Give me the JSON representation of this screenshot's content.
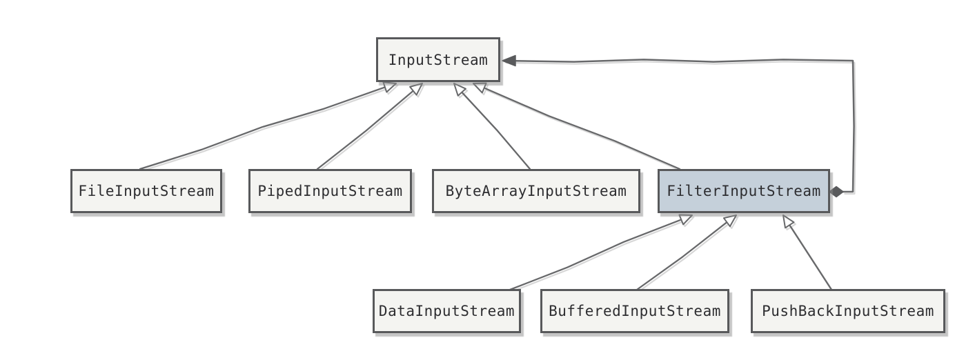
{
  "diagram": {
    "kind": "uml-class-diagram",
    "subject": "Java InputStream class hierarchy",
    "nodes": [
      {
        "id": "InputStream",
        "label": "InputStream",
        "highlighted": false
      },
      {
        "id": "FileInputStream",
        "label": "FileInputStream",
        "highlighted": false
      },
      {
        "id": "PipedInputStream",
        "label": "PipedInputStream",
        "highlighted": false
      },
      {
        "id": "ByteArrayInputStream",
        "label": "ByteArrayInputStream",
        "highlighted": false
      },
      {
        "id": "FilterInputStream",
        "label": "FilterInputStream",
        "highlighted": true
      },
      {
        "id": "DataInputStream",
        "label": "DataInputStream",
        "highlighted": false
      },
      {
        "id": "BufferedInputStream",
        "label": "BufferedInputStream",
        "highlighted": false
      },
      {
        "id": "PushBackInputStream",
        "label": "PushBackInputStream",
        "highlighted": false
      }
    ],
    "edges": [
      {
        "from": "FileInputStream",
        "to": "InputStream",
        "type": "generalization"
      },
      {
        "from": "PipedInputStream",
        "to": "InputStream",
        "type": "generalization"
      },
      {
        "from": "ByteArrayInputStream",
        "to": "InputStream",
        "type": "generalization"
      },
      {
        "from": "FilterInputStream",
        "to": "InputStream",
        "type": "generalization"
      },
      {
        "from": "DataInputStream",
        "to": "FilterInputStream",
        "type": "generalization"
      },
      {
        "from": "BufferedInputStream",
        "to": "FilterInputStream",
        "type": "generalization"
      },
      {
        "from": "PushBackInputStream",
        "to": "FilterInputStream",
        "type": "generalization"
      },
      {
        "from": "FilterInputStream",
        "to": "InputStream",
        "type": "composition"
      }
    ],
    "colors": {
      "background": "#ffffff",
      "node_fill": "#f4f4f1",
      "highlight_fill": "#c5d0da",
      "node_border": "#58595b",
      "line": "#67686a",
      "line_echo": "#d7d7d7",
      "arrow_fill": "#ffffff",
      "solid_marker": "#595a5c",
      "shadow": "#c8c8c8",
      "text": "#2d2d30"
    }
  }
}
